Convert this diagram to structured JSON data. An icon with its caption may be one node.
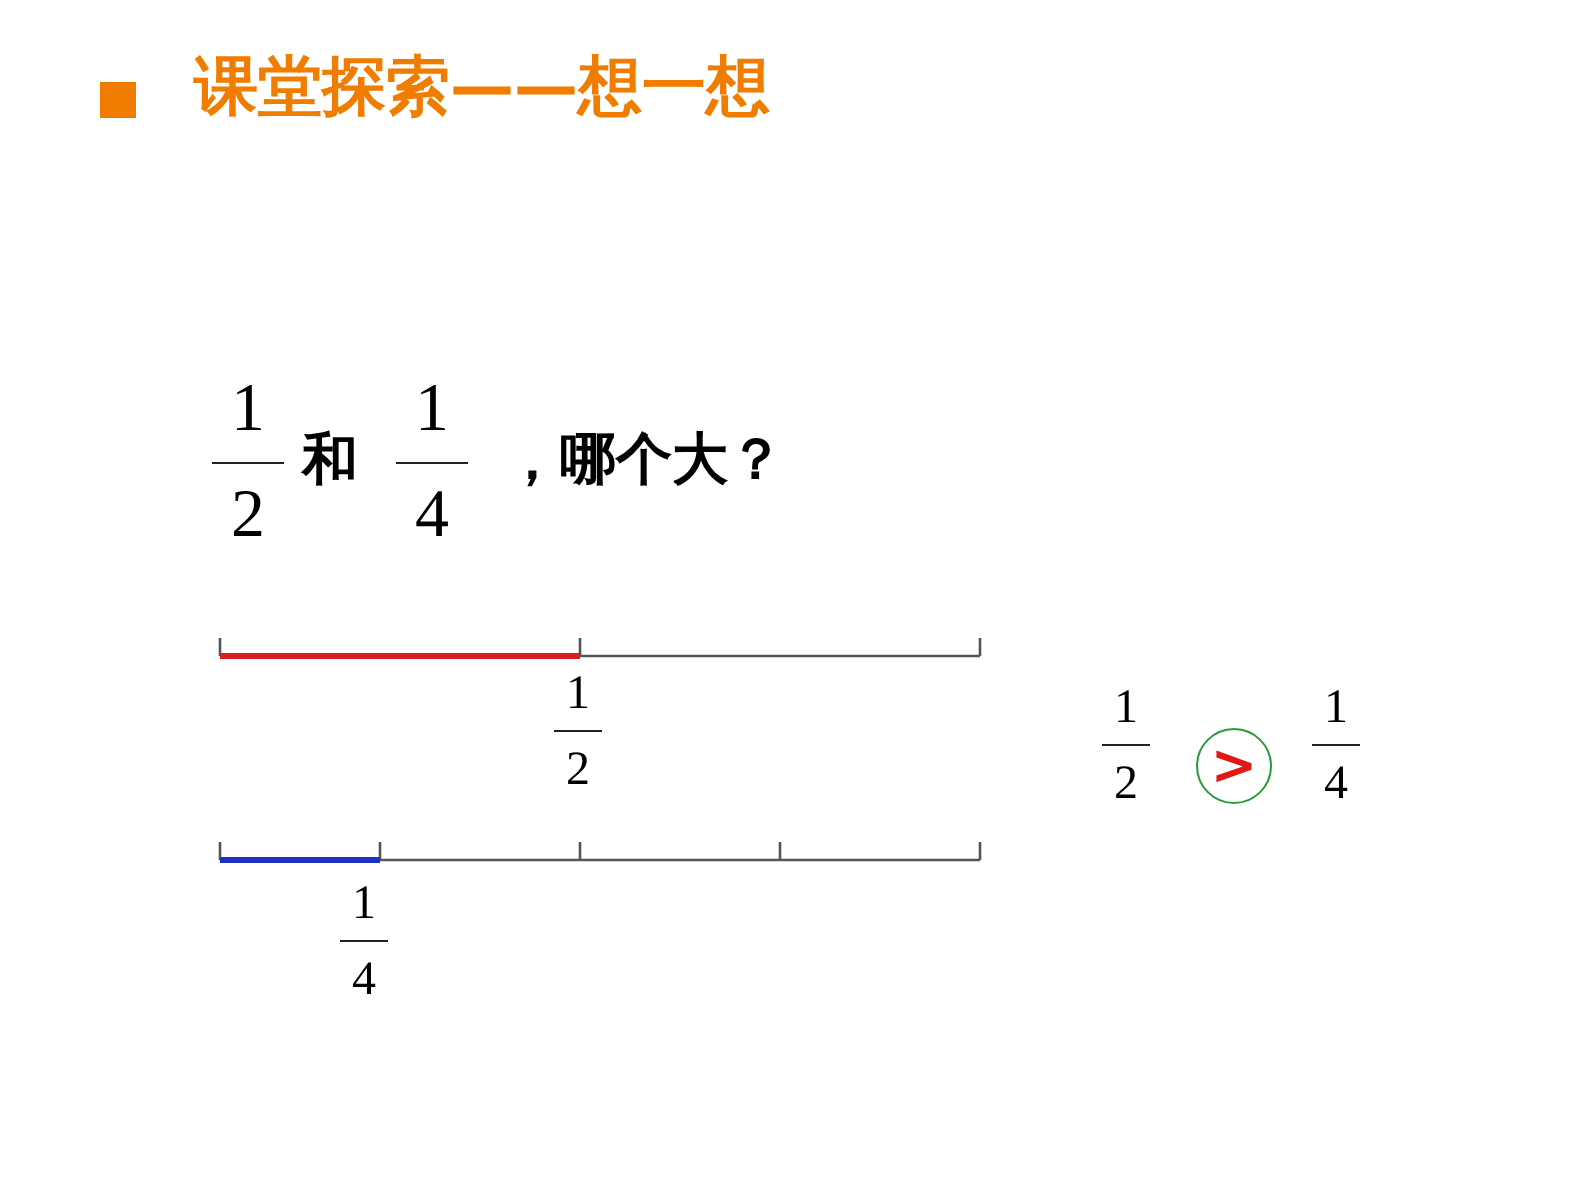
{
  "diagram": {
    "title": "课堂探索——想一想",
    "nodes": [
      {
        "text": [
          ">"
        ]
      }
    ],
    "labels": [
      "1",
      "2",
      "和",
      "1",
      "4",
      "，哪个大？",
      "1",
      "2",
      "1",
      "4",
      "1",
      "2",
      "1",
      "4"
    ]
  }
}
